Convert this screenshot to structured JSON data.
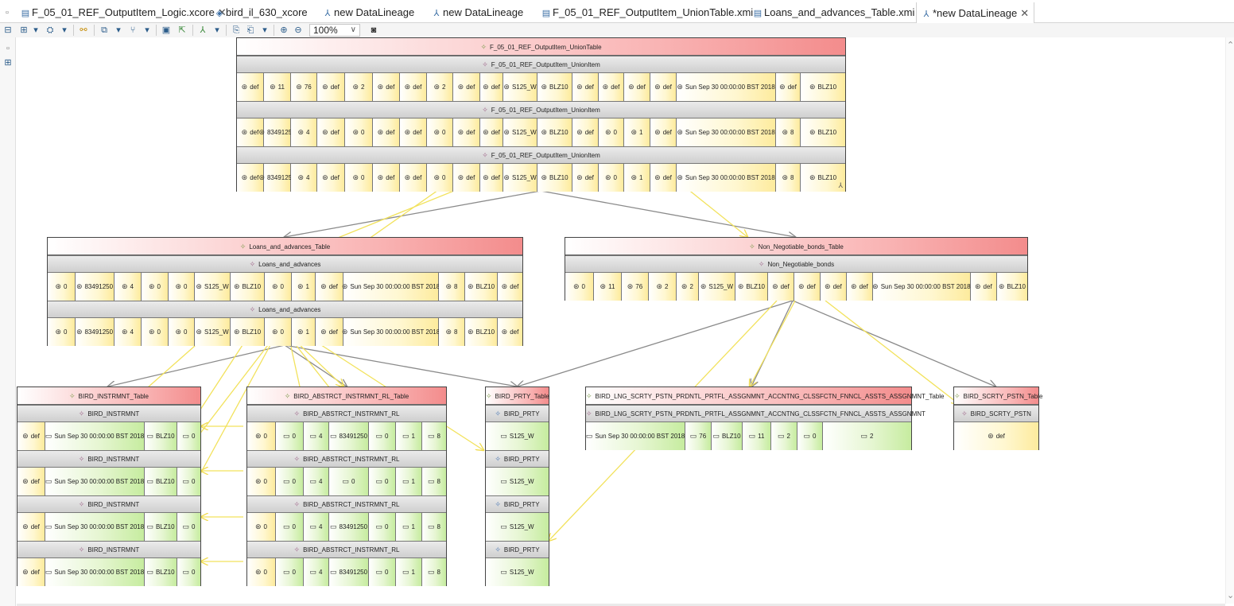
{
  "tabs": [
    {
      "label": "F_05_01_REF_OutputItem_Logic.xcore",
      "icon": "ecore-file-icon",
      "closable": true
    },
    {
      "label": "bird_il_630_xcore",
      "icon": "ecore-model-icon"
    },
    {
      "label": "new DataLineage",
      "icon": "lineage-icon"
    },
    {
      "label": "new DataLineage",
      "icon": "lineage-icon"
    },
    {
      "label": "F_05_01_REF_OutputItem_UnionTable.xmi",
      "icon": "xmi-file-icon"
    },
    {
      "label": "Loans_and_advances_Table.xmi",
      "icon": "xmi-file-icon"
    },
    {
      "label": "*new DataLineage",
      "icon": "lineage-icon",
      "closable": true,
      "active": true
    }
  ],
  "toolbar": {
    "zoom": "100%"
  },
  "boxes": {
    "union": {
      "title": "F_05_01_REF_OutputItem_UnionTable",
      "sections": [
        {
          "label": "F_05_01_REF_OutputItem_UnionItem",
          "cells": [
            "def",
            "11",
            "76",
            "def",
            "2",
            "def",
            "def",
            "2",
            "def",
            "def",
            "S125_W",
            "BLZ10",
            "def",
            "def",
            "def",
            "def",
            "Sun Sep 30 00:00:00 BST 2018",
            "def",
            "BLZ10"
          ]
        },
        {
          "label": "F_05_01_REF_OutputItem_UnionItem",
          "cells": [
            "def",
            "83491250",
            "4",
            "def",
            "0",
            "def",
            "def",
            "0",
            "def",
            "def",
            "S125_W",
            "BLZ10",
            "def",
            "0",
            "1",
            "def",
            "Sun Sep 30 00:00:00 BST 2018",
            "8",
            "BLZ10"
          ]
        },
        {
          "label": "F_05_01_REF_OutputItem_UnionItem",
          "cells": [
            "def",
            "83491250",
            "4",
            "def",
            "0",
            "def",
            "def",
            "0",
            "def",
            "def",
            "S125_W",
            "BLZ10",
            "def",
            "0",
            "1",
            "def",
            "Sun Sep 30 00:00:00 BST 2018",
            "8",
            "BLZ10"
          ]
        }
      ]
    },
    "loans": {
      "title": "Loans_and_advances_Table",
      "sections": [
        {
          "label": "Loans_and_advances",
          "cells": [
            "0",
            "83491250",
            "4",
            "0",
            "0",
            "S125_W",
            "BLZ10",
            "0",
            "1",
            "def",
            "Sun Sep 30 00:00:00 BST 2018",
            "8",
            "BLZ10",
            "def"
          ]
        },
        {
          "label": "Loans_and_advances",
          "cells": [
            "0",
            "83491250",
            "4",
            "0",
            "0",
            "S125_W",
            "BLZ10",
            "0",
            "1",
            "def",
            "Sun Sep 30 00:00:00 BST 2018",
            "8",
            "BLZ10",
            "def"
          ]
        }
      ]
    },
    "bonds": {
      "title": "Non_Negotiable_bonds_Table",
      "sections": [
        {
          "label": "Non_Negotiable_bonds",
          "cells": [
            "0",
            "11",
            "76",
            "2",
            "2",
            "S125_W",
            "BLZ10",
            "def",
            "def",
            "def",
            "def",
            "Sun Sep 30 00:00:00 BST 2018",
            "def",
            "BLZ10"
          ]
        }
      ]
    },
    "instrmnt": {
      "title": "BIRD_INSTRMNT_Table",
      "sections": [
        {
          "label": "BIRD_INSTRMNT",
          "cells": [
            "def",
            "Sun Sep 30 00:00:00 BST 2018",
            "BLZ10",
            "0"
          ]
        },
        {
          "label": "BIRD_INSTRMNT",
          "cells": [
            "def",
            "Sun Sep 30 00:00:00 BST 2018",
            "BLZ10",
            "0"
          ]
        },
        {
          "label": "BIRD_INSTRMNT",
          "cells": [
            "def",
            "Sun Sep 30 00:00:00 BST 2018",
            "BLZ10",
            "0"
          ]
        },
        {
          "label": "BIRD_INSTRMNT",
          "cells": [
            "def",
            "Sun Sep 30 00:00:00 BST 2018",
            "BLZ10",
            "0"
          ]
        }
      ]
    },
    "abstrct": {
      "title": "BIRD_ABSTRCT_INSTRMNT_RL_Table",
      "sections": [
        {
          "label": "BIRD_ABSTRCT_INSTRMNT_RL",
          "cells": [
            "0",
            "0",
            "4",
            "83491250",
            "0",
            "1",
            "8"
          ]
        },
        {
          "label": "BIRD_ABSTRCT_INSTRMNT_RL",
          "cells": [
            "0",
            "0",
            "4",
            "0",
            "0",
            "1",
            "8"
          ]
        },
        {
          "label": "BIRD_ABSTRCT_INSTRMNT_RL",
          "cells": [
            "0",
            "0",
            "4",
            "83491250",
            "0",
            "1",
            "8"
          ]
        },
        {
          "label": "BIRD_ABSTRCT_INSTRMNT_RL",
          "cells": [
            "0",
            "0",
            "4",
            "83491250",
            "0",
            "1",
            "8"
          ]
        }
      ]
    },
    "prty": {
      "title": "BIRD_PRTY_Table",
      "sections": [
        {
          "label": "BIRD_PRTY",
          "cells": [
            "S125_W"
          ]
        },
        {
          "label": "BIRD_PRTY",
          "cells": [
            "S125_W"
          ]
        },
        {
          "label": "BIRD_PRTY",
          "cells": [
            "S125_W"
          ]
        },
        {
          "label": "BIRD_PRTY",
          "cells": [
            "S125_W"
          ]
        }
      ]
    },
    "lng": {
      "title": "BIRD_LNG_SCRTY_PSTN_PRDNTL_PRTFL_ASSGNMNT_ACCNTNG_CLSSFCTN_FNNCL_ASSTS_ASSGNMNT_Table",
      "sections": [
        {
          "label": "BIRD_LNG_SCRTY_PSTN_PRDNTL_PRTFL_ASSGNMNT_ACCNTNG_CLSSFCTN_FNNCL_ASSTS_ASSGNMNT",
          "cells": [
            "Sun Sep 30 00:00:00 BST 2018",
            "76",
            "BLZ10",
            "11",
            "2",
            "0",
            "2"
          ]
        }
      ]
    },
    "scrty": {
      "title": "BIRD_SCRTY_PSTN_Table",
      "sections": [
        {
          "label": "BIRD_SCRTY_PSTN",
          "cells": [
            "def"
          ]
        }
      ]
    }
  }
}
